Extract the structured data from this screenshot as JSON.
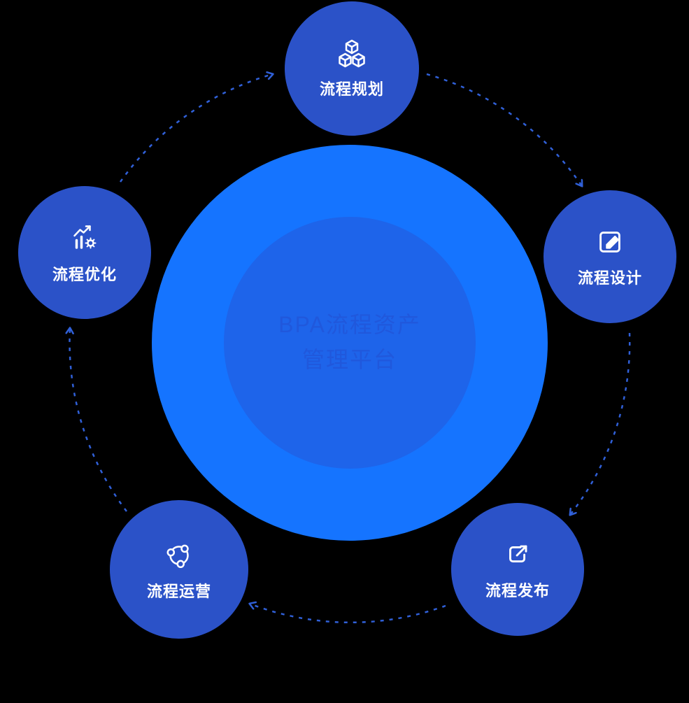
{
  "diagram": {
    "center": {
      "line1": "BPA流程资产",
      "line2": "管理平台"
    },
    "nodes": [
      {
        "label": "流程规划",
        "icon": "cubes-icon",
        "position": "top"
      },
      {
        "label": "流程设计",
        "icon": "pencil-edit-icon",
        "position": "right"
      },
      {
        "label": "流程发布",
        "icon": "publish-arrow-icon",
        "position": "bottom-right"
      },
      {
        "label": "流程运营",
        "icon": "network-nodes-icon",
        "position": "bottom-left"
      },
      {
        "label": "流程优化",
        "icon": "chart-gear-icon",
        "position": "left"
      }
    ],
    "flow_order": [
      "流程规划",
      "流程设计",
      "流程发布",
      "流程运营",
      "流程优化"
    ],
    "colors": {
      "background": "#000000",
      "center_outer": "#1574ff",
      "center_inner": "#1e64ea",
      "center_text": "#2058dc",
      "node_fill": "#2b52c8",
      "arrow": "#3060d8",
      "label_text": "#ffffff",
      "icon": "#ffffff"
    }
  }
}
